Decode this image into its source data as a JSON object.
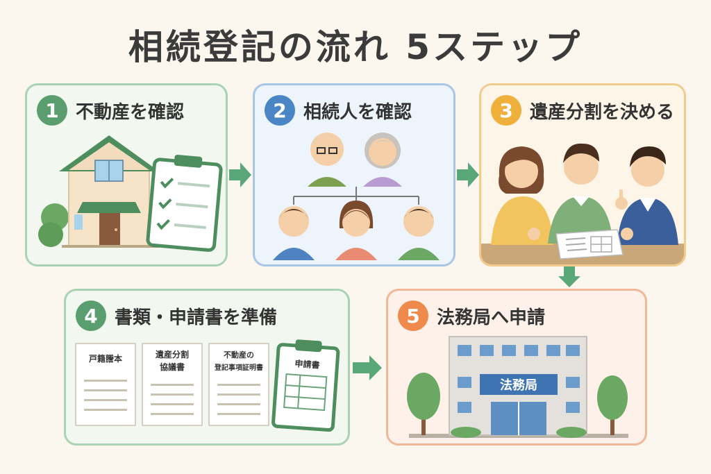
{
  "title": "相続登記の流れ 5ステップ",
  "colors": {
    "step1": "#5a9e6f",
    "step2": "#4a86c5",
    "step3": "#f0b13c",
    "step4": "#5a9e6f",
    "step5": "#ef8a4c",
    "arrow": "#5aa77a"
  },
  "steps": [
    {
      "number": "1",
      "label": "不動産を確認"
    },
    {
      "number": "2",
      "label": "相続人を確認"
    },
    {
      "number": "3",
      "label": "遺産分割を決める"
    },
    {
      "number": "4",
      "label": "書類・申請書を準備"
    },
    {
      "number": "5",
      "label": "法務局へ申請"
    }
  ],
  "documents": {
    "doc1": "戸籍謄本",
    "doc2_line1": "遺産分割",
    "doc2_line2": "協議書",
    "doc3_line1": "不動産の",
    "doc3_line2": "登記事項証明書",
    "doc4": "申請書"
  },
  "building_sign": "法務局"
}
